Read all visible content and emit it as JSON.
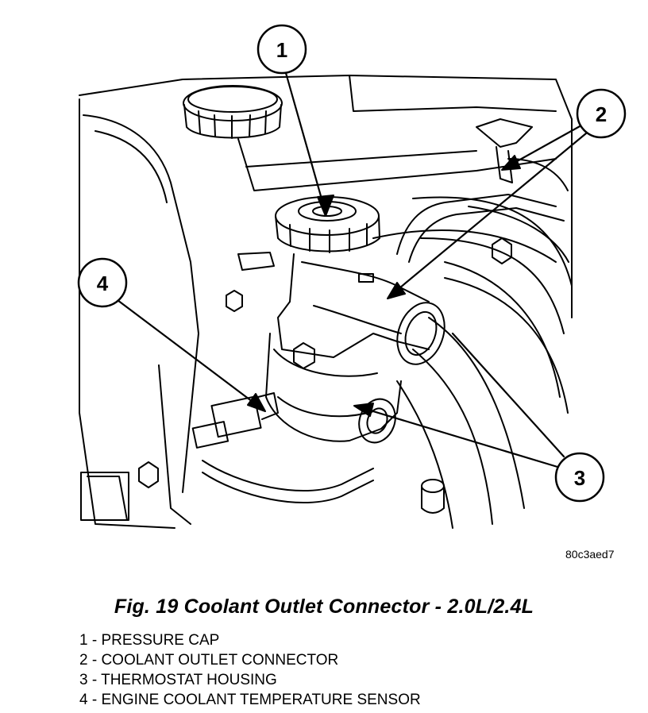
{
  "image_code": "80c3aed7",
  "caption": "Fig. 19 Coolant Outlet Connector - 2.0L/2.4L",
  "callouts": [
    {
      "number": "1",
      "label": "PRESSURE CAP"
    },
    {
      "number": "2",
      "label": "COOLANT OUTLET CONNECTOR"
    },
    {
      "number": "3",
      "label": "THERMOSTAT HOUSING"
    },
    {
      "number": "4",
      "label": "ENGINE COOLANT TEMPERATURE SENSOR"
    }
  ],
  "legend": [
    "1 - PRESSURE CAP",
    "2 - COOLANT OUTLET CONNECTOR",
    "3 - THERMOSTAT HOUSING",
    "4 - ENGINE COOLANT TEMPERATURE SENSOR"
  ],
  "colors": {
    "line": "#000000",
    "background": "#ffffff"
  }
}
